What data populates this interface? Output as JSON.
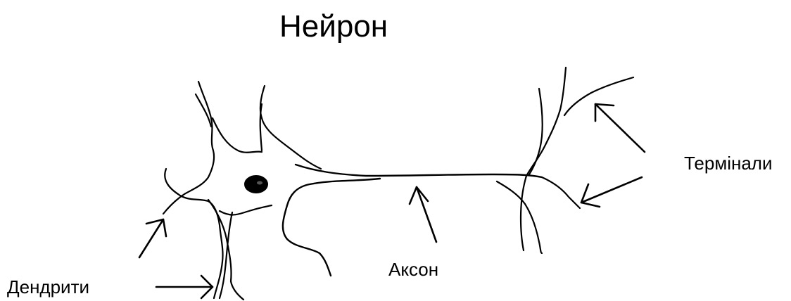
{
  "title": "Нейрон",
  "labels": {
    "terminals": "Термінали",
    "axon": "Аксон",
    "dendrites": "Дендрити"
  },
  "colors": {
    "ink": "#000000",
    "background": "#ffffff"
  }
}
